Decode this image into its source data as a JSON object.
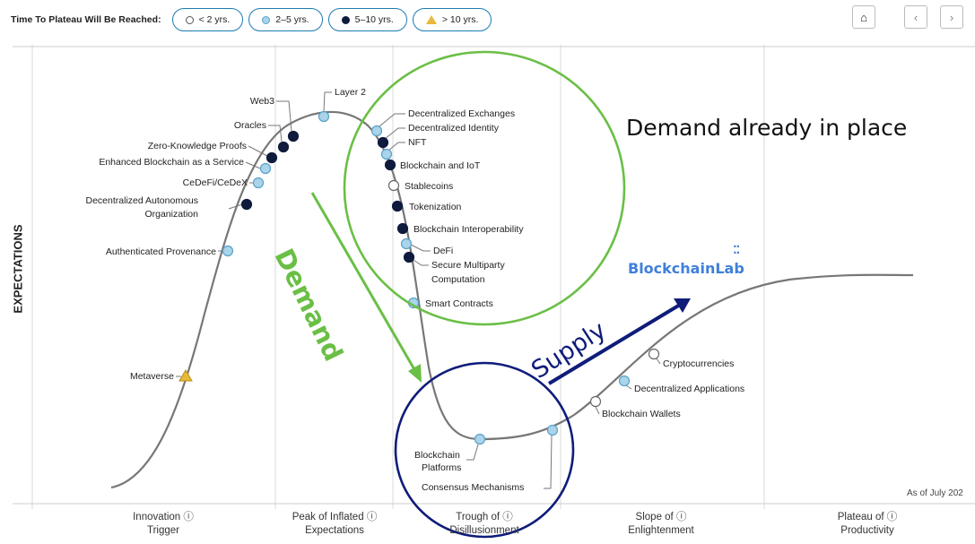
{
  "header": {
    "title": "Time To Plateau Will Be Reached:",
    "legend": [
      {
        "label": "< 2 yrs.",
        "icon": "open-circle"
      },
      {
        "label": "2–5 yrs.",
        "icon": "light-blue-circle"
      },
      {
        "label": "5–10 yrs.",
        "icon": "dark-navy-circle"
      },
      {
        "label": "> 10 yrs.",
        "icon": "yellow-triangle"
      }
    ],
    "nav": {
      "home": "home-icon",
      "prev": "chevron-left-icon",
      "next": "chevron-right-icon"
    }
  },
  "annotations": {
    "demand_in_place": "Demand already in place",
    "demand": "Demand",
    "supply": "Supply",
    "logo": "BlockchainLab",
    "as_of": "As of July 202"
  },
  "chart_data": {
    "type": "line",
    "title": "",
    "ylabel": "EXPECTATIONS",
    "xlabel": "",
    "phases": [
      {
        "line1": "Innovation",
        "line2": "Trigger"
      },
      {
        "line1": "Peak of Inflated",
        "line2": "Expectations"
      },
      {
        "line1": "Trough of",
        "line2": "Disillusionment"
      },
      {
        "line1": "Slope of",
        "line2": "Enlightenment"
      },
      {
        "line1": "Plateau of",
        "line2": "Productivity"
      }
    ],
    "colors": {
      "curve": "#777777",
      "lessThan2": "#ffffff",
      "twoToFive": "#a9d4ea",
      "fiveToTen": "#0e1b3d",
      "moreThan10": "#e8b93a",
      "demand": "#6abf45",
      "supply": "#0f1c7a"
    },
    "points": [
      {
        "label": "Metaverse",
        "category": "more_than_10"
      },
      {
        "label": "Authenticated Provenance",
        "category": "2_5"
      },
      {
        "label": "Decentralized Autonomous Organization",
        "category": "5_10"
      },
      {
        "label": "CeDeFi/CeDeX",
        "category": "2_5"
      },
      {
        "label": "Enhanced Blockchain as a Service",
        "category": "2_5"
      },
      {
        "label": "Zero-Knowledge Proofs",
        "category": "5_10"
      },
      {
        "label": "Oracles",
        "category": "5_10"
      },
      {
        "label": "Web3",
        "category": "5_10"
      },
      {
        "label": "Layer 2",
        "category": "2_5"
      },
      {
        "label": "Decentralized Exchanges",
        "category": "2_5"
      },
      {
        "label": "Decentralized Identity",
        "category": "5_10"
      },
      {
        "label": "NFT",
        "category": "2_5"
      },
      {
        "label": "Blockchain and IoT",
        "category": "5_10"
      },
      {
        "label": "Stablecoins",
        "category": "less_than_2"
      },
      {
        "label": "Tokenization",
        "category": "5_10"
      },
      {
        "label": "Blockchain Interoperability",
        "category": "5_10"
      },
      {
        "label": "DeFi",
        "category": "2_5"
      },
      {
        "label": "Secure Multiparty Computation",
        "category": "5_10"
      },
      {
        "label": "Smart Contracts",
        "category": "2_5"
      },
      {
        "label": "Blockchain Platforms",
        "category": "2_5"
      },
      {
        "label": "Consensus Mechanisms",
        "category": "2_5"
      },
      {
        "label": "Blockchain Wallets",
        "category": "less_than_2"
      },
      {
        "label": "Decentralized Applications",
        "category": "2_5"
      },
      {
        "label": "Cryptocurrencies",
        "category": "less_than_2"
      }
    ]
  }
}
